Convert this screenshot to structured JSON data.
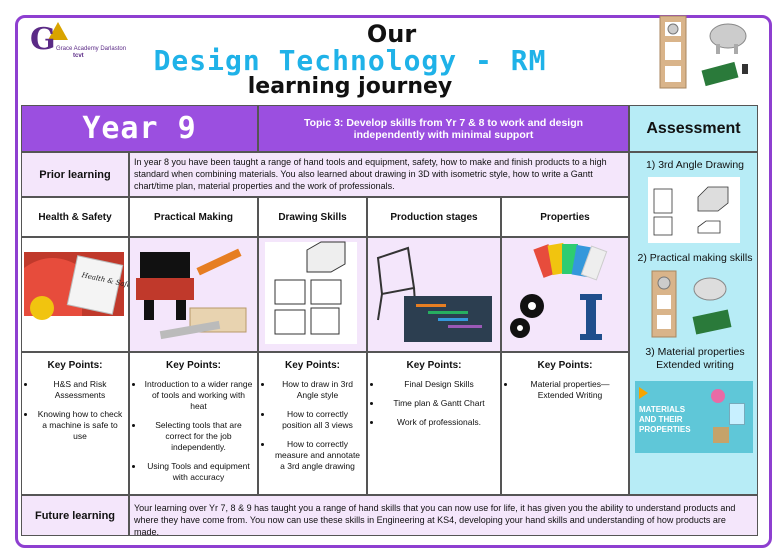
{
  "header": {
    "logo_letter": "G",
    "logo_name": "Grace Academy Darlaston",
    "logo_sub": "tcvt",
    "title_line1": "Our",
    "title_line2": "Design Technology - RM",
    "title_line3": "learning journey"
  },
  "banner": {
    "year": "Year 9",
    "topic": "Topic 3: Develop skills from Yr 7 & 8 to work and design independently with minimal support",
    "assessment": "Assessment"
  },
  "prior": {
    "label": "Prior learning",
    "text": "In year 8  you have been taught a range of hand tools and equipment, safety, how to make and finish products to a high standard when combining materials. You also learned about drawing in 3D with isometric style, how to write a Gantt chart/time plan, material properties and the work of professionals."
  },
  "columns": [
    {
      "title": "Health & Safety",
      "kp_title": "Key Points:",
      "points": [
        "H&S and Risk Assessments",
        "Knowing how to check a machine is safe to use"
      ],
      "image_text": "Health & Safety"
    },
    {
      "title": "Practical Making",
      "kp_title": "Key Points:",
      "points": [
        "Introduction to a wider range of tools and working with heat",
        "Selecting tools that are correct for the job independently.",
        "Using Tools and equipment with accuracy"
      ]
    },
    {
      "title": "Drawing Skills",
      "kp_title": "Key Points:",
      "points": [
        "How to draw in 3rd Angle style",
        "How to correctly position all 3 views",
        "How to correctly measure and annotate a 3rd angle drawing"
      ]
    },
    {
      "title": "Production stages",
      "kp_title": "Key Points:",
      "points": [
        "Final Design Skills",
        "Time plan & Gantt Chart",
        "Work of professionals."
      ]
    },
    {
      "title": "Properties",
      "kp_title": "Key Points:",
      "points": [
        "Material properties— Extended Writing"
      ]
    }
  ],
  "assessment_items": [
    "1) 3rd Angle Drawing",
    "2) Practical making skills",
    "3) Material properties Extended writing"
  ],
  "materials_card": "MATERIALS AND THEIR PROPERTIES",
  "future": {
    "label": "Future learning",
    "text": "Your learning over Yr 7, 8 & 9 has taught you a range of hand skills that you can now use for life, it has given you the ability to understand products and where they have come from. You now can use these skills in Engineering at KS4, developing your hand skills and understanding of how products are made."
  },
  "colors": {
    "frame": "#8e3fd0",
    "banner": "#9b4fe0",
    "title_accent": "#1fb2e8",
    "assessment_bg": "#b7ecf6",
    "row_bg": "#f4e6fb"
  }
}
